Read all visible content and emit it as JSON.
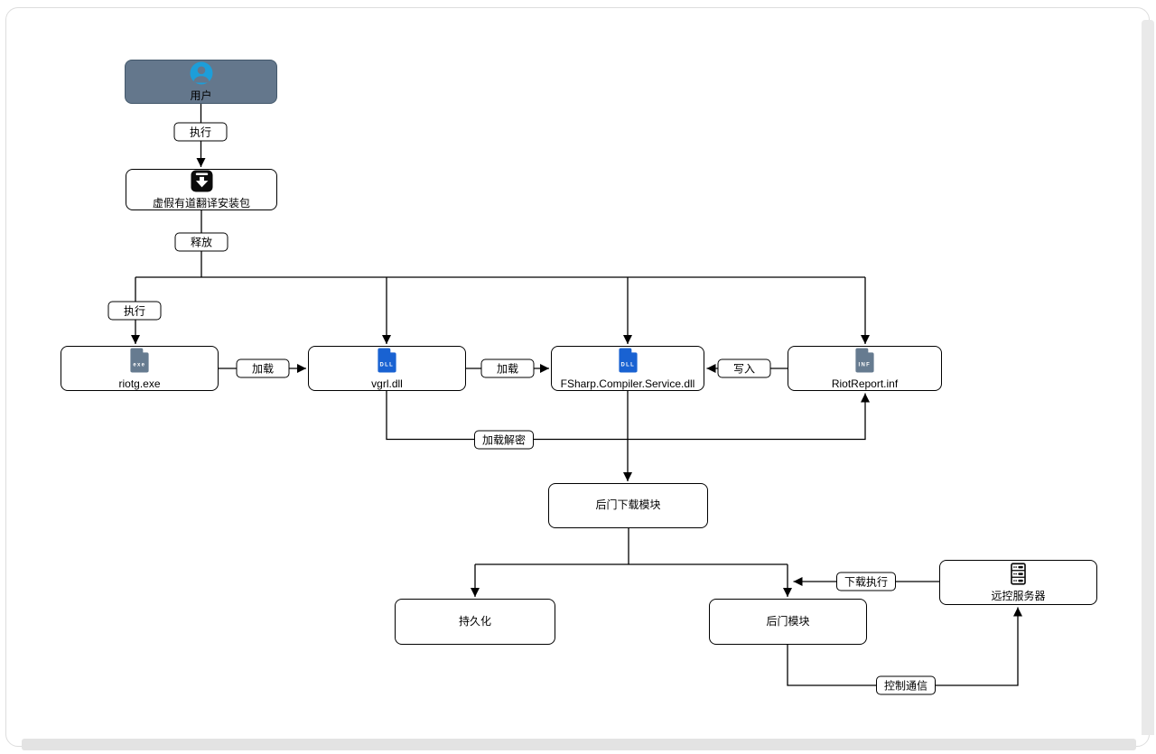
{
  "nodes": {
    "user": {
      "label": "用户"
    },
    "installer": {
      "label": "虚假有道翻译安装包"
    },
    "riotg": {
      "label": "riotg.exe",
      "badge": "exe"
    },
    "vgrl": {
      "label": "vgrl.dll",
      "badge": "DLL"
    },
    "fsharp": {
      "label": "FSharp.Compiler.Service.dll",
      "badge": "DLL"
    },
    "riotreport": {
      "label": "RiotReport.inf",
      "badge": "INF"
    },
    "downloader": {
      "label": "后门下载模块"
    },
    "persistence": {
      "label": "持久化"
    },
    "backdoor": {
      "label": "后门模块"
    },
    "c2": {
      "label": "远控服务器"
    }
  },
  "edges": {
    "execute_user": "执行",
    "release": "释放",
    "execute_file": "执行",
    "load_riotg_vgrl": "加载",
    "load_vgrl_fsharp": "加载",
    "write_inf": "写入",
    "load_decrypt": "加载解密",
    "download_execute": "下载执行",
    "control_comm": "控制通信"
  },
  "colors": {
    "user_node_fill": "#64778c",
    "person_icon_blue": "#1d9ed9",
    "dll_icon_blue": "#1962d2",
    "file_icon_slate": "#667b90",
    "installer_icon": "#0b0b0b",
    "edge_stroke": "#000000"
  }
}
